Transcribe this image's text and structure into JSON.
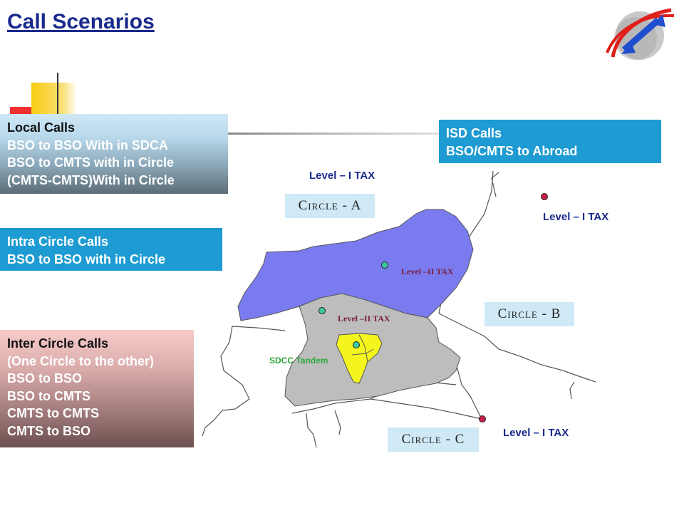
{
  "title": "Call Scenarios",
  "boxes": {
    "local": [
      "Local Calls",
      "BSO to BSO With in SDCA",
      "BSO to CMTS with in Circle",
      "(CMTS-CMTS)With in Circle"
    ],
    "intra": [
      "Intra Circle Calls",
      "BSO to BSO with in Circle"
    ],
    "inter": [
      "Inter Circle Calls",
      "(One Circle to the other)",
      "BSO to BSO",
      "BSO to CMTS",
      "CMTS to CMTS",
      "CMTS to BSO"
    ],
    "isd": [
      "ISD Calls",
      "BSO/CMTS to Abroad"
    ]
  },
  "map": {
    "circle_a": "Circle - A",
    "circle_b": "Circle - B",
    "circle_c": "Circle - C",
    "level1_tax_top": "Level – I TAX",
    "level1_tax_right": "Level – I TAX",
    "level1_tax_bottom": "Level – I TAX",
    "level2_tax_upper": "Level –II TAX",
    "level2_tax_lower": "Level –II TAX",
    "sdcc_tandem": "SDCC Tandem"
  },
  "colors": {
    "title": "#1a2a8c",
    "circle_a_region": "#7b7bf0",
    "circle_b_region": "#bdbdbd",
    "sdca_region": "#f5f51e",
    "level1_node": "#c8204a",
    "level2_node": "#3cc8a0",
    "info_blue": "#1e9bd2"
  },
  "icons": {
    "logo": "bsnl-logo-icon"
  }
}
